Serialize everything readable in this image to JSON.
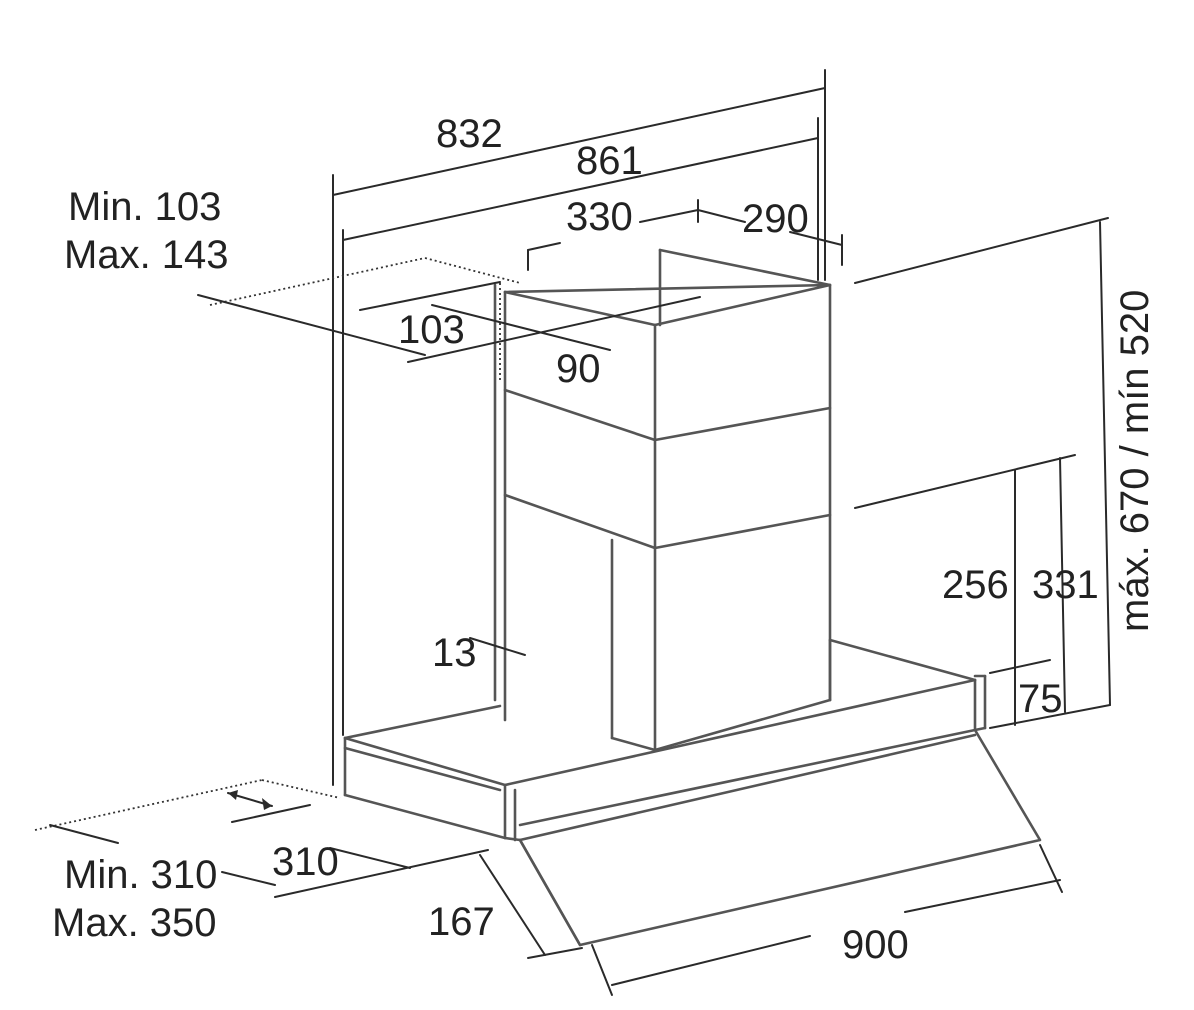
{
  "dimensions": {
    "top_width_outer": "832",
    "top_width_inner": "861",
    "chimney_width": "330",
    "chimney_depth": "290",
    "wall_gap_range_top": [
      "Min. 103",
      "Max. 143"
    ],
    "bracket_width": "103",
    "bracket_depth": "90",
    "offset": "13",
    "height_range": "máx. 670 / mín 520",
    "body_height_a": "256",
    "body_height_b": "331",
    "glass_height": "75",
    "wall_gap_range_bottom": [
      "Min. 310",
      "Max. 350"
    ],
    "base_depth": "310",
    "glass_depth": "167",
    "total_width": "900"
  },
  "colors": {
    "outline": "#555555",
    "dimension_line": "#2a2a2a",
    "text": "#222222"
  }
}
